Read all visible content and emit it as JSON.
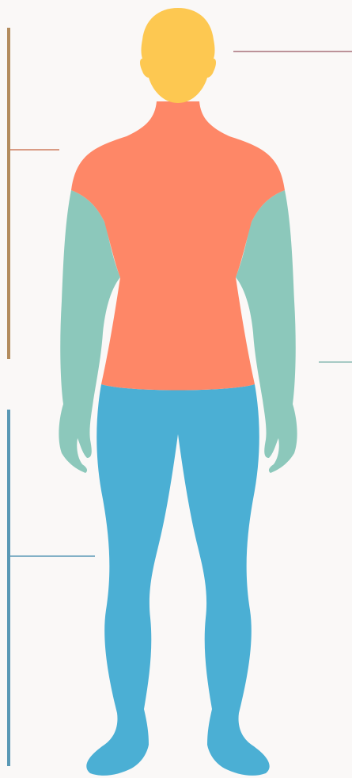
{
  "background": "#faf8f7",
  "regions": [
    {
      "id": "head",
      "color": "#fdc851"
    },
    {
      "id": "torso",
      "color": "#fe8767"
    },
    {
      "id": "arms",
      "color": "#8cc8bb"
    },
    {
      "id": "legs",
      "color": "#4bafd4"
    }
  ],
  "brackets": [
    {
      "id": "upper-body",
      "color": "#b38c5e"
    },
    {
      "id": "lower-body",
      "color": "#5a98b5"
    }
  ],
  "leader_colors": {
    "head": "#a8707a",
    "torso": "#ce7c5e",
    "arms": "#8bbbb3",
    "legs": "#5a98b5"
  }
}
